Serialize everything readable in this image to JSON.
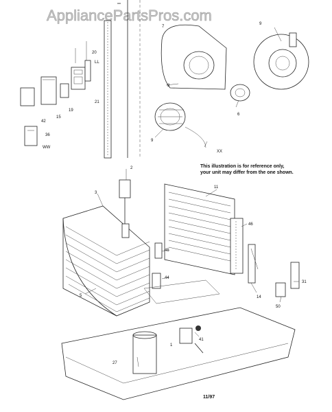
{
  "watermark": "AppliancePartsPros.com",
  "notice": {
    "line1": "This illustration is for reference only,",
    "line2": "your unit may differ from the one shown."
  },
  "date_code": "11/97",
  "part_labels": {
    "p1": "1",
    "p2": "2",
    "p3": "3",
    "p5": "5",
    "p6": "6",
    "p7": "7",
    "p8": "8",
    "p9": "9",
    "p11": "11",
    "p14": "14",
    "p15": "15",
    "p19": "19",
    "p20": "20",
    "p21": "21",
    "p27": "27",
    "p31": "31",
    "p36": "36",
    "p41": "41",
    "p42": "42",
    "p44": "44",
    "p45": "45",
    "p46": "46",
    "p50": "50",
    "ll": "LL",
    "ww": "WW",
    "xx": "XX"
  }
}
